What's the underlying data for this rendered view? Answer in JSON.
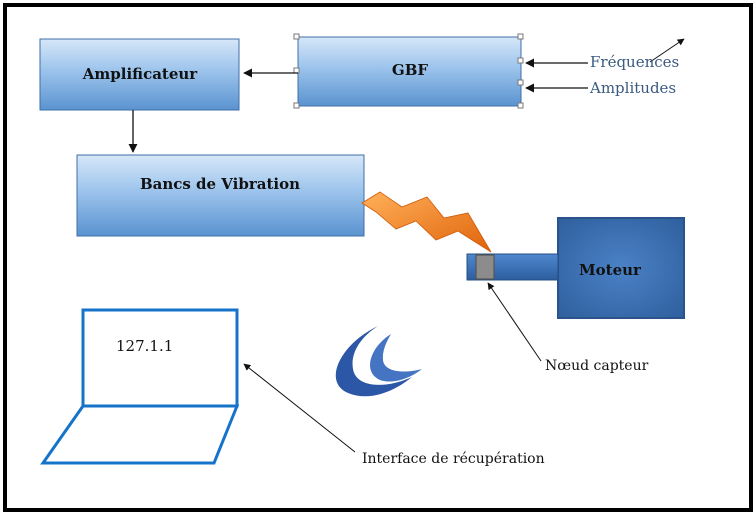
{
  "blocks": {
    "amplificateur": "Amplificateur",
    "gbf": "GBF",
    "bancs_vibration": "Bancs  de Vibration",
    "moteur": "Moteur"
  },
  "inputs": {
    "frequences": "Fréquences",
    "amplitudes": "Amplitudes"
  },
  "annotations": {
    "noeud_capteur": "Nœud capteur",
    "interface": "Interface de récupération"
  },
  "laptop": {
    "screen_text": "127.1.1"
  },
  "colors": {
    "block_light": "#cfe2f6",
    "block_dark": "#5f97d3",
    "block_border": "#3f6fa8",
    "moteur_fill": "#3d72b8",
    "lightning": "#f07a10",
    "laptop_stroke": "#1573c9",
    "logo_blue": "#2b57a6"
  }
}
